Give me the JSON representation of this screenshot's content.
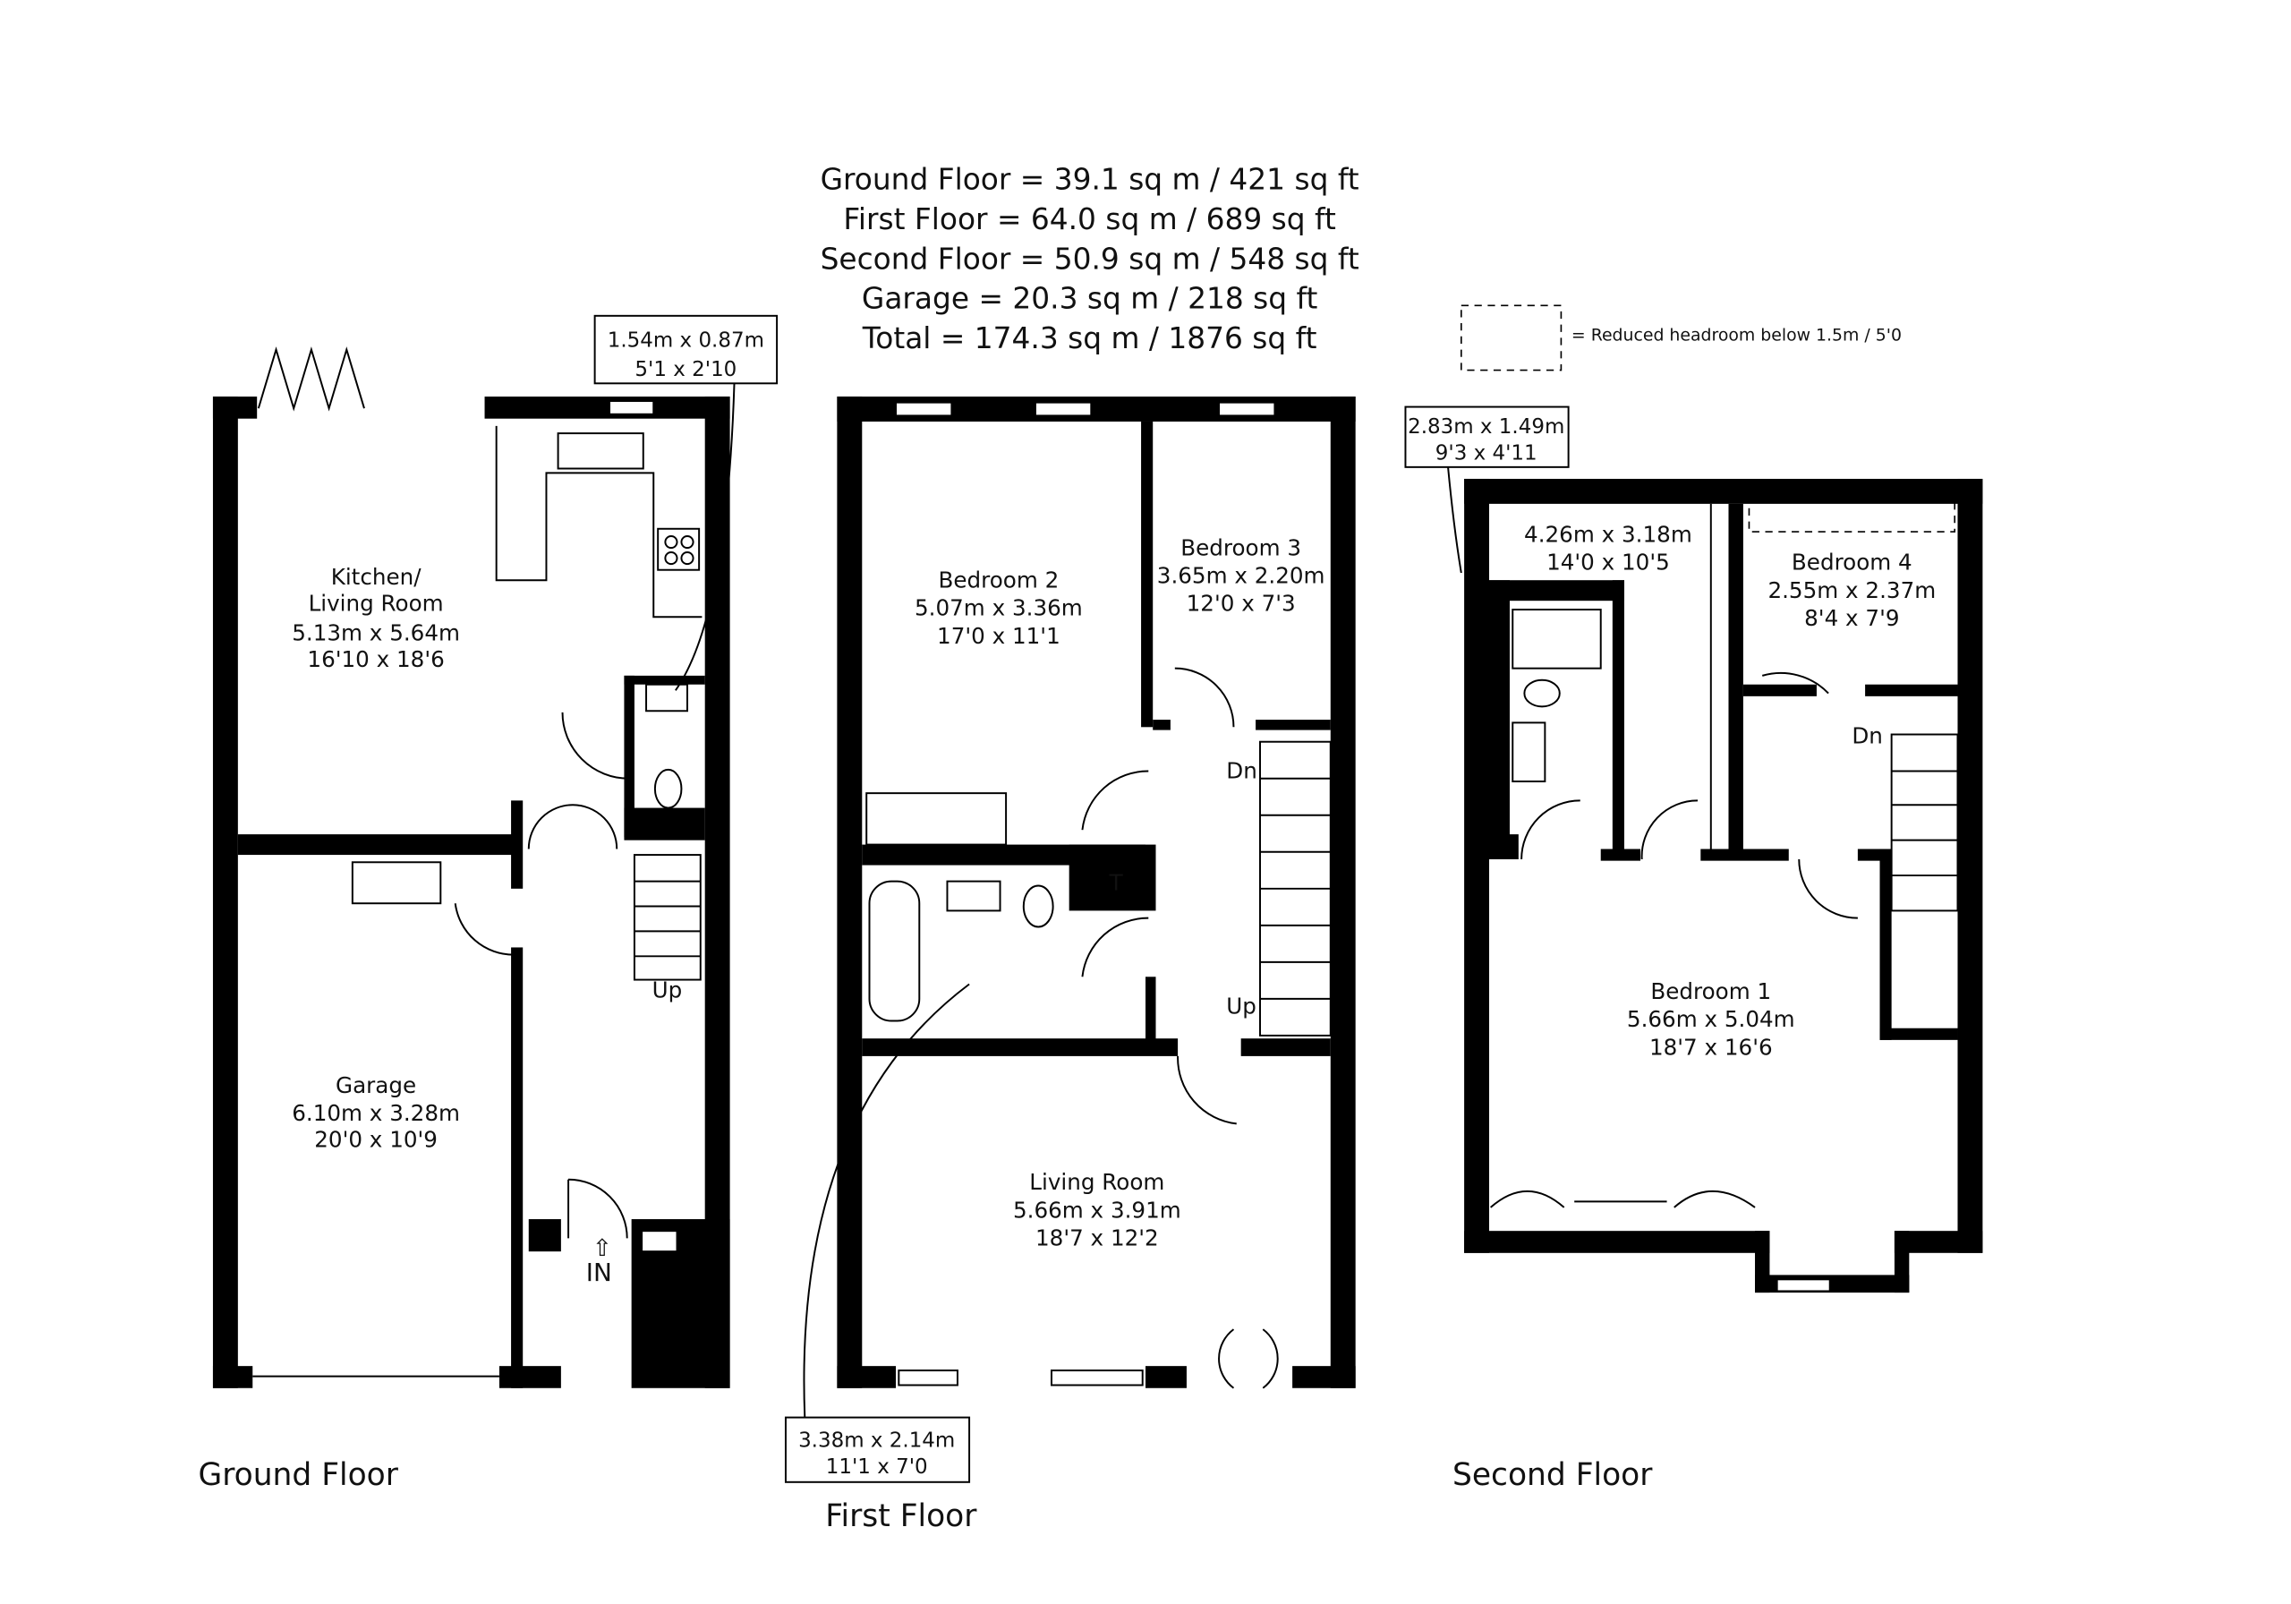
{
  "summary": {
    "ground": "Ground Floor = 39.1 sq m / 421 sq ft",
    "first": "First Floor = 64.0 sq m / 689 sq ft",
    "second": "Second Floor = 50.9 sq m / 548 sq ft",
    "garage": "Garage = 20.3 sq m / 218 sq ft",
    "total": "Total = 174.3 sq m / 1876 sq ft"
  },
  "legend": {
    "text": "= Reduced headroom below 1.5m / 5'0"
  },
  "ground_floor": {
    "title": "Ground Floor",
    "kitchen": {
      "name": "Kitchen/",
      "name2": "Living Room",
      "metric": "5.13m x 5.64m",
      "imperial": "16'10 x  18'6"
    },
    "garage": {
      "name": "Garage",
      "metric": "6.10m x 3.28m",
      "imperial": "20'0 x 10'9"
    },
    "wc_box": {
      "metric": "1.54m x 0.87m",
      "imperial": "5'1 x 2'10"
    },
    "stairs": "Up",
    "entrance": "IN"
  },
  "first_floor": {
    "title": "First Floor",
    "bedroom2": {
      "name": "Bedroom 2",
      "metric": "5.07m x 3.36m",
      "imperial": "17'0 x 11'1"
    },
    "bedroom3": {
      "name": "Bedroom 3",
      "metric": "3.65m x 2.20m",
      "imperial": "12'0 x 7'3"
    },
    "living": {
      "name": "Living Room",
      "metric": "5.66m x 3.91m",
      "imperial": "18'7 x 12'2"
    },
    "bath_box": {
      "metric": "3.38m x 2.14m",
      "imperial": "11'1 x 7'0"
    },
    "stairs_dn": "Dn",
    "stairs_up": "Up",
    "cupboard": "T"
  },
  "second_floor": {
    "title": "Second Floor",
    "bedroom1": {
      "name": "Bedroom 1",
      "metric": "5.66m x 5.04m",
      "imperial": "18'7 x 16'6"
    },
    "dressing": {
      "metric": "4.26m x 3.18m",
      "imperial": "14'0 x 10'5"
    },
    "bedroom4": {
      "name": "Bedroom 4",
      "metric": "2.55m x 2.37m",
      "imperial": "8'4 x 7'9"
    },
    "ensuite_box": {
      "metric": "2.83m x 1.49m",
      "imperial": "9'3 x 4'11"
    },
    "stairs_dn": "Dn"
  }
}
